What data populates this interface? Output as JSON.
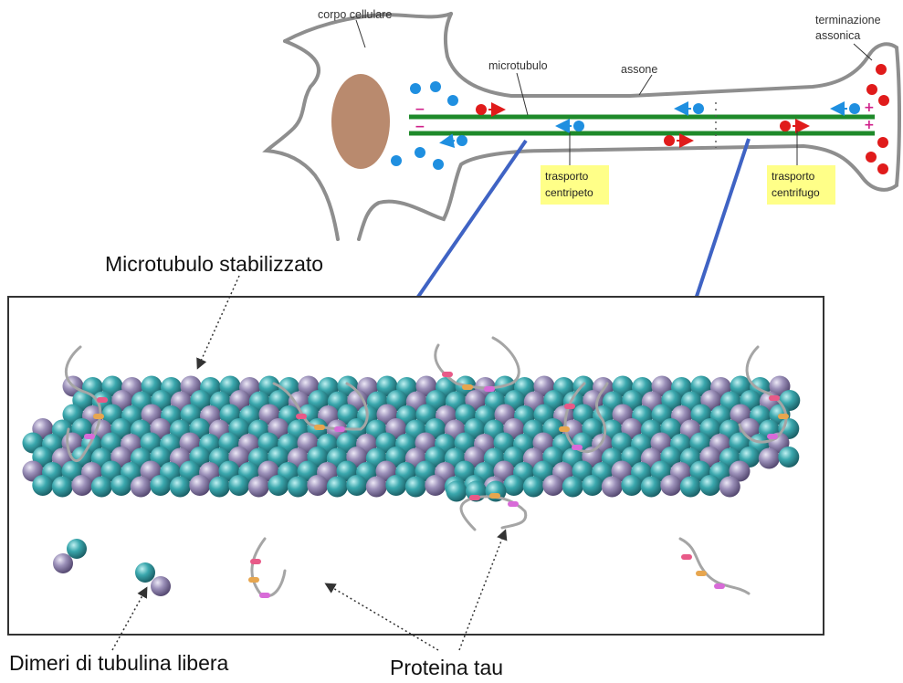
{
  "neuron": {
    "cell_body_label": "corpo cellulare",
    "microtubule_label": "microtubulo",
    "axon_label": "assone",
    "terminal_label_line1": "terminazione",
    "terminal_label_line2": "assonica",
    "centripetal_line1": "trasporto",
    "centripetal_line2": "centripeto",
    "centrifugal_line1": "trasporto",
    "centrifugal_line2": "centrifugo",
    "minus_sign": "−",
    "plus_sign": "+"
  },
  "detail": {
    "stabilized_label": "Microtubulo stabilizzato",
    "free_dimers_label": "Dimeri di tubulina libera",
    "tau_label": "Proteina tau"
  },
  "colors": {
    "membrane": "#8e8e8e",
    "nucleus": "#b98a6e",
    "microtubule_track": "#1e8a2a",
    "cargo_centripetal": "#1f8fe0",
    "cargo_centrifugal": "#e01b1b",
    "polarity_sign": "#d0208a",
    "note_background": "#ffff88",
    "pointer_arrow": "#3f63c4",
    "tubulin_alpha": "#3aa7ad",
    "tubulin_beta": "#9a8fb8",
    "tau_chain": "#a5a5a5",
    "tau_segments": [
      "#e85a88",
      "#e7a64f",
      "#d86bd8"
    ]
  }
}
